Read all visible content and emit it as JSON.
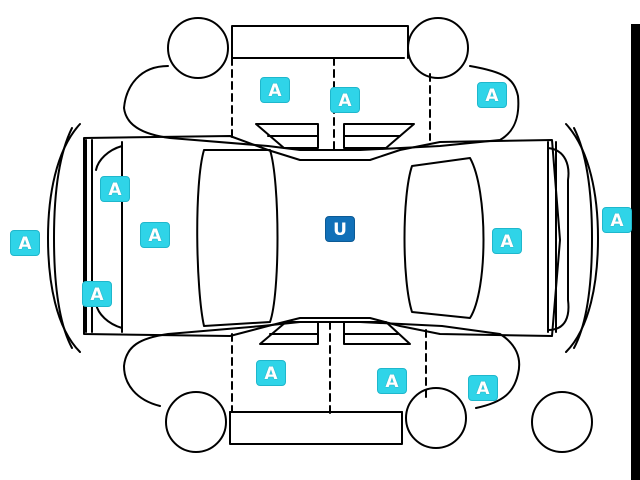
{
  "diagram": {
    "colors": {
      "line": "#000000",
      "badge_a": "#2fd4e8",
      "badge_u": "#1170b8",
      "background": "#ffffff"
    },
    "badges": [
      {
        "id": "a1",
        "label": "A",
        "kind": "A"
      },
      {
        "id": "a2",
        "label": "A",
        "kind": "A"
      },
      {
        "id": "a3",
        "label": "A",
        "kind": "A"
      },
      {
        "id": "a4",
        "label": "A",
        "kind": "A"
      },
      {
        "id": "a5",
        "label": "A",
        "kind": "A"
      },
      {
        "id": "a6",
        "label": "A",
        "kind": "A"
      },
      {
        "id": "a7",
        "label": "A",
        "kind": "A"
      },
      {
        "id": "a8",
        "label": "A",
        "kind": "A"
      },
      {
        "id": "a9",
        "label": "A",
        "kind": "A"
      },
      {
        "id": "a10",
        "label": "A",
        "kind": "A"
      },
      {
        "id": "a11",
        "label": "A",
        "kind": "A"
      },
      {
        "id": "a12",
        "label": "A",
        "kind": "A"
      },
      {
        "id": "u1",
        "label": "U",
        "kind": "U"
      }
    ]
  }
}
